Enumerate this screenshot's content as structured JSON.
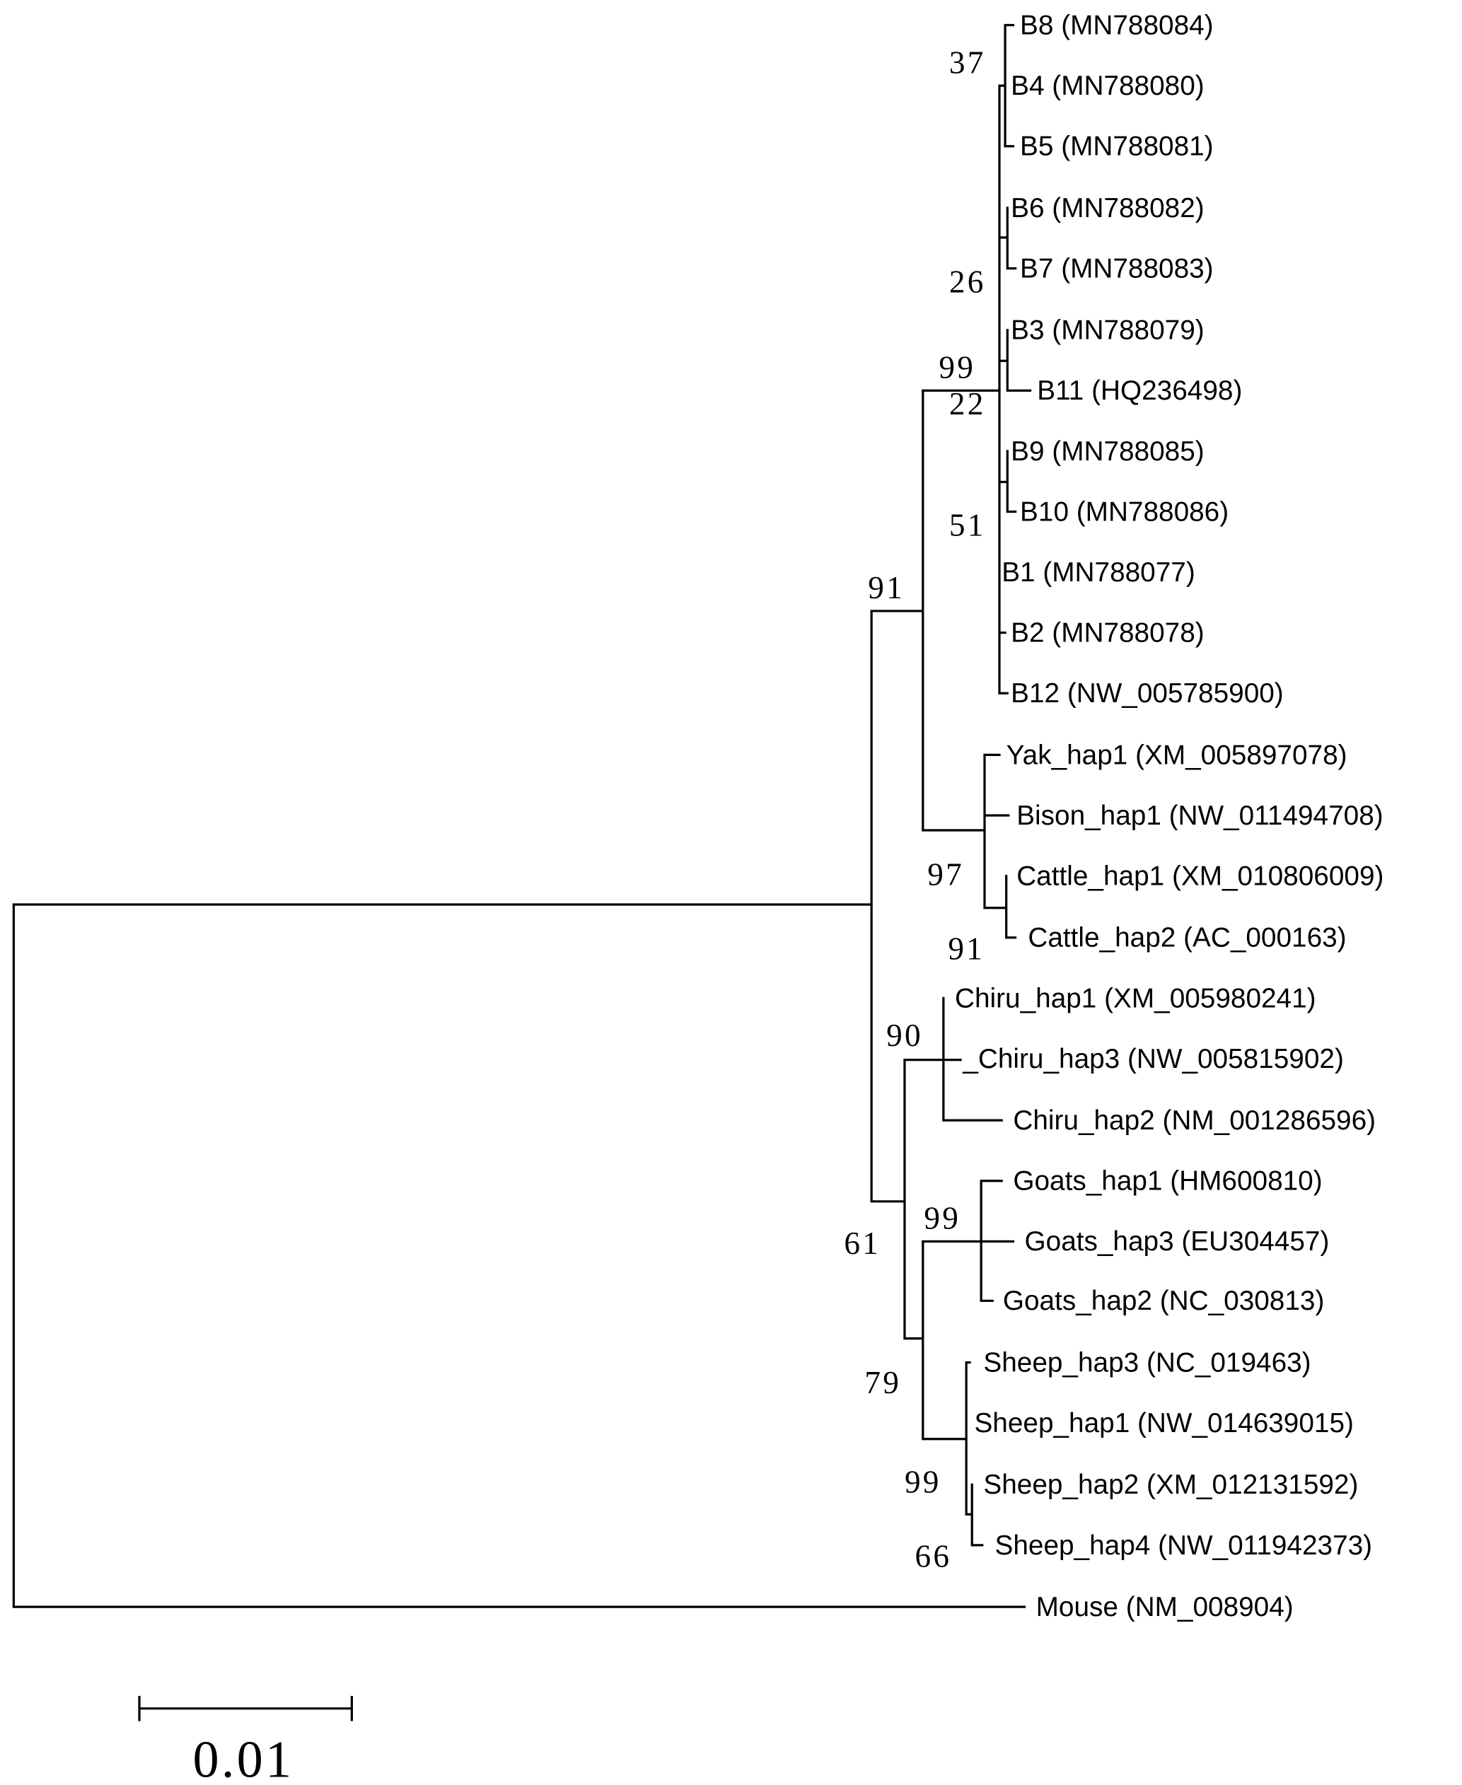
{
  "tree": {
    "leaves": [
      "B8 (MN788084)",
      "B4 (MN788080)",
      "B5 (MN788081)",
      "B6 (MN788082)",
      "B7 (MN788083)",
      "B3 (MN788079)",
      "B11 (HQ236498)",
      "B9 (MN788085)",
      "B10 (MN788086)",
      "B1 (MN788077)",
      "B2 (MN788078)",
      "B12 (NW_005785900)",
      "Yak_hap1 (XM_005897078)",
      "Bison_hap1 (NW_011494708)",
      "Cattle_hap1 (XM_010806009)",
      "Cattle_hap2 (AC_000163)",
      "Chiru_hap1 (XM_005980241)",
      "_Chiru_hap3 (NW_005815902)",
      "Chiru_hap2 (NM_001286596)",
      "Goats_hap1 (HM600810)",
      "Goats_hap3 (EU304457)",
      "Goats_hap2 (NC_030813)",
      "Sheep_hap3 (NC_019463)",
      "Sheep_hap1 (NW_014639015)",
      "Sheep_hap2 (XM_012131592)",
      "Sheep_hap4 (NW_011942373)",
      "Mouse (NM_008904)"
    ],
    "bootstrap": {
      "b8_b4_b5": "37",
      "b6_b7": "26",
      "b_clade": "99",
      "b3_b11": "22",
      "b9_b10": "51",
      "bos_b": "91",
      "yak_bison_cattle": "97",
      "cattle": "91",
      "chiru": "90",
      "caprinae": "61",
      "goats": "99",
      "goats_sheep": "79",
      "sheep": "99",
      "sheep2_4": "66"
    },
    "scale_bar": "0.01"
  }
}
